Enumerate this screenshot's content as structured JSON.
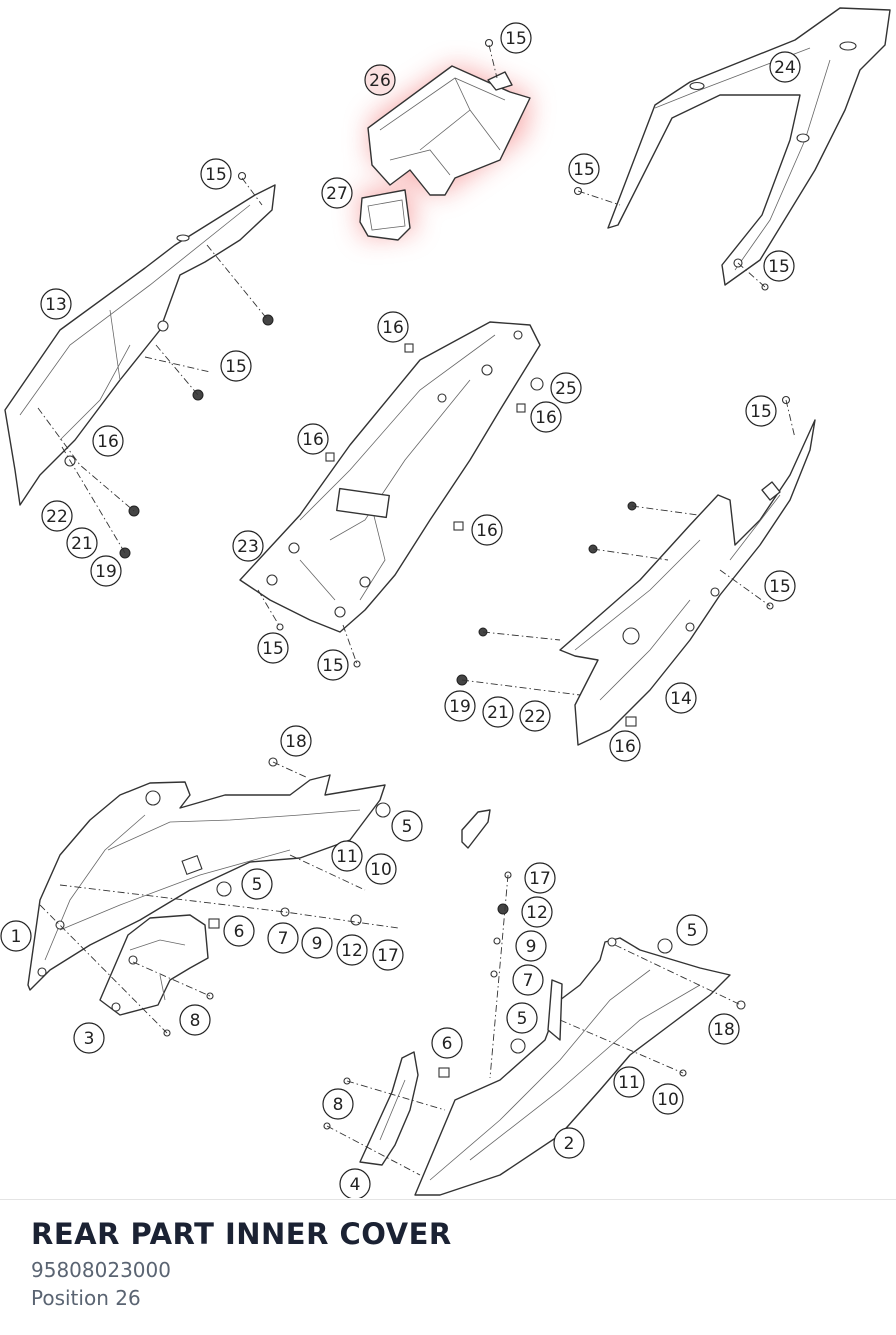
{
  "part": {
    "title": "REAR PART INNER COVER",
    "number": "95808023000",
    "position": "Position 26"
  },
  "highlight": {
    "position": "26",
    "color": "#f26d6d"
  },
  "callouts": [
    "26",
    "27",
    "15",
    "24",
    "15",
    "15",
    "15",
    "13",
    "15",
    "16",
    "22",
    "21",
    "19",
    "16",
    "16",
    "25",
    "16",
    "16",
    "23",
    "15",
    "15",
    "15",
    "15",
    "14",
    "16",
    "19",
    "21",
    "22",
    "18",
    "5",
    "11",
    "10",
    "5",
    "1",
    "6",
    "7",
    "9",
    "12",
    "17",
    "17",
    "12",
    "9",
    "7",
    "5",
    "3",
    "8",
    "5",
    "18",
    "6",
    "11",
    "10",
    "8",
    "2",
    "4"
  ]
}
